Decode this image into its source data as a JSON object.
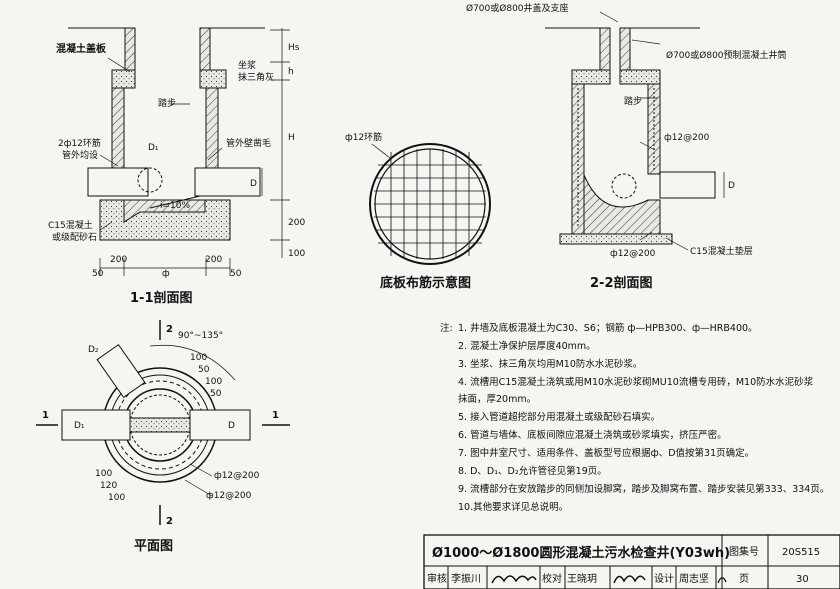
{
  "top_labels": {
    "cover_seat": "Ø700或Ø800井盖及支座",
    "precast_shaft": "Ø700或Ø800预制混凝土井筒",
    "concrete_cover": "混凝土盖板",
    "mortar": "坐浆",
    "plaster": "抹三角灰",
    "step_1": "踏步",
    "step_2": "踏步",
    "ring_bar": "2ф12环筋",
    "pipe_coat": "管外均设",
    "wall_rough": "管外壁凿毛",
    "c15_base": "C15混凝土",
    "gravel": "或级配砂石",
    "slope": "i=10%",
    "bar_ring_left": "ф12环筋",
    "bar_spacing_22": "ф12@200",
    "bar_spacing_22b": "ф12@200",
    "c15_pad": "C15混凝土垫层"
  },
  "dims": {
    "hs": "Hs",
    "h": "h",
    "H": "H",
    "D": "D",
    "D1": "D₁",
    "d200": "200",
    "d100": "100",
    "d50": "50",
    "phi": "ф",
    "D_22": "D"
  },
  "section_titles": {
    "sec11": "1-1剖面图",
    "bottom": "底板布筋示意图",
    "sec22": "2-2剖面图",
    "plan": "平面图"
  },
  "plan_labels": {
    "angle": "90°~135°",
    "d100a": "100",
    "d100b": "100",
    "d50a": "50",
    "d50b": "50",
    "d100c": "100",
    "d120": "120",
    "d100d": "100",
    "D2": "D₂",
    "D1": "D₁",
    "D": "D",
    "bar1": "ф12@200",
    "bar2": "ф12@200",
    "sec1l": "1",
    "sec1r": "1",
    "sec2t": "2",
    "sec2b": "2"
  },
  "notes": {
    "head": "注:",
    "items": [
      "1. 井墙及底板混凝土为C30、S6；钢筋 ф—HPB300、ф—HRB400。",
      "2. 混凝土净保护层厚度40mm。",
      "3. 坐浆、抹三角灰均用M10防水水泥砂浆。",
      "4. 流槽用C15混凝土浇筑或用M10水泥砂浆砌MU10流槽专用砖，M10防水水泥砂浆",
      "   抹面，厚20mm。",
      "5. 接入管道超挖部分用混凝土或级配砂石填实。",
      "6. 管道与墙体、底板间隙应混凝土浇筑或砂浆填实，挤压严密。",
      "7. 图中井室尺寸、适用条件、盖板型号应根据ф、D值按第31页确定。",
      "8. D、D₁、D₂允许管径见第19页。",
      "9. 流槽部分在安放踏步的同侧加设脚窝，踏步及脚窝布置、踏步安装见第333、334页。",
      "10.其他要求详见总说明。"
    ]
  },
  "title_block": {
    "title": "Ø1000～Ø1800圆形混凝土污水检查井(Y03wh)",
    "atlas_label": "图集号",
    "atlas_no": "20S515",
    "review": "审核",
    "reviewer": "李振川",
    "check": "校对",
    "checker": "王晓玥",
    "design": "设计",
    "designer": "周志坚",
    "page_label": "页",
    "page_no": "30"
  }
}
